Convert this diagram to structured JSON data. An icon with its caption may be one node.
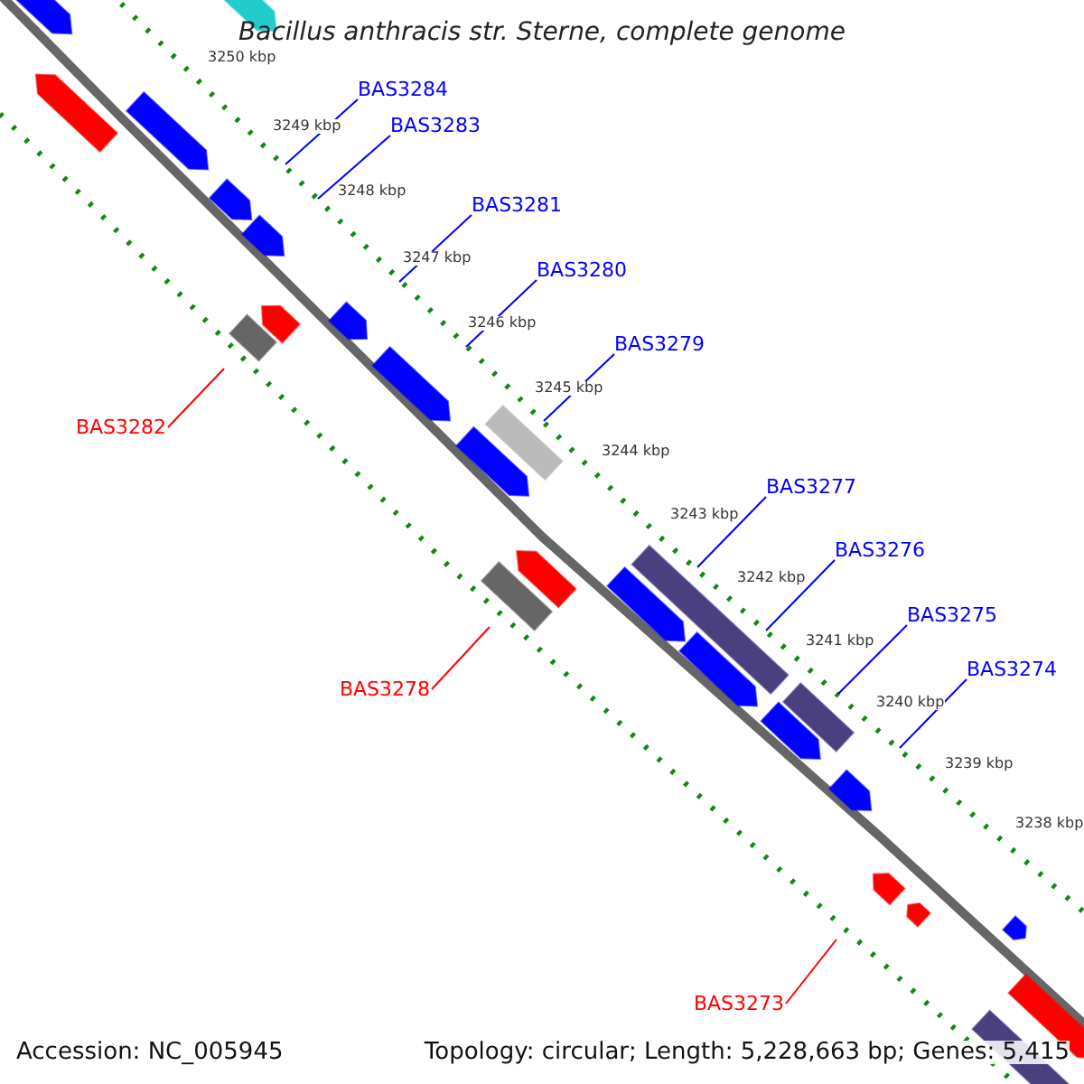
{
  "diagram": {
    "title": "Bacillus anthracis str. Sterne, complete genome",
    "nodes": [
      {
        "text": [
          "BAS3284"
        ]
      },
      {
        "text": [
          "BAS3283"
        ]
      },
      {
        "text": [
          "BAS3281"
        ]
      },
      {
        "text": [
          "BAS3280"
        ]
      },
      {
        "text": [
          "BAS3279"
        ]
      },
      {
        "text": [
          "BAS3282"
        ]
      },
      {
        "text": [
          "BAS3277"
        ]
      },
      {
        "text": [
          "BAS3276"
        ]
      },
      {
        "text": [
          "BAS3278"
        ]
      },
      {
        "text": [
          "BAS3275"
        ]
      },
      {
        "text": [
          "BAS3274"
        ]
      },
      {
        "text": [
          "BAS3273"
        ]
      }
    ],
    "edges": [
      {
        "from": 0,
        "to": null,
        "arrow": "none"
      },
      {
        "from": 1,
        "to": null,
        "arrow": "none"
      },
      {
        "from": 2,
        "to": null,
        "arrow": "none"
      },
      {
        "from": 3,
        "to": null,
        "arrow": "none"
      },
      {
        "from": 4,
        "to": null,
        "arrow": "none"
      },
      {
        "from": 5,
        "to": null,
        "arrow": "none",
        "color": "#ff0000"
      },
      {
        "from": 6,
        "to": null,
        "arrow": "none"
      },
      {
        "from": 7,
        "to": null,
        "arrow": "none"
      },
      {
        "from": 8,
        "to": null,
        "arrow": "none",
        "color": "#ff0000"
      },
      {
        "from": 9,
        "to": null,
        "arrow": "none"
      },
      {
        "from": 10,
        "to": null,
        "arrow": "none"
      },
      {
        "from": 11,
        "to": null,
        "arrow": "none",
        "color": "#ff0000"
      }
    ],
    "labels": [
      "3250 kbp",
      "3249 kbp",
      "3248 kbp",
      "3247 kbp",
      "3246 kbp",
      "3245 kbp",
      "3244 kbp",
      "3243 kbp",
      "3242 kbp",
      "3241 kbp",
      "3240 kbp",
      "3239 kbp",
      "3238 kbp",
      "Accession: NC_005945",
      "Topology: circular; Length: 5,228,663 bp; Genes: 5,415"
    ]
  }
}
